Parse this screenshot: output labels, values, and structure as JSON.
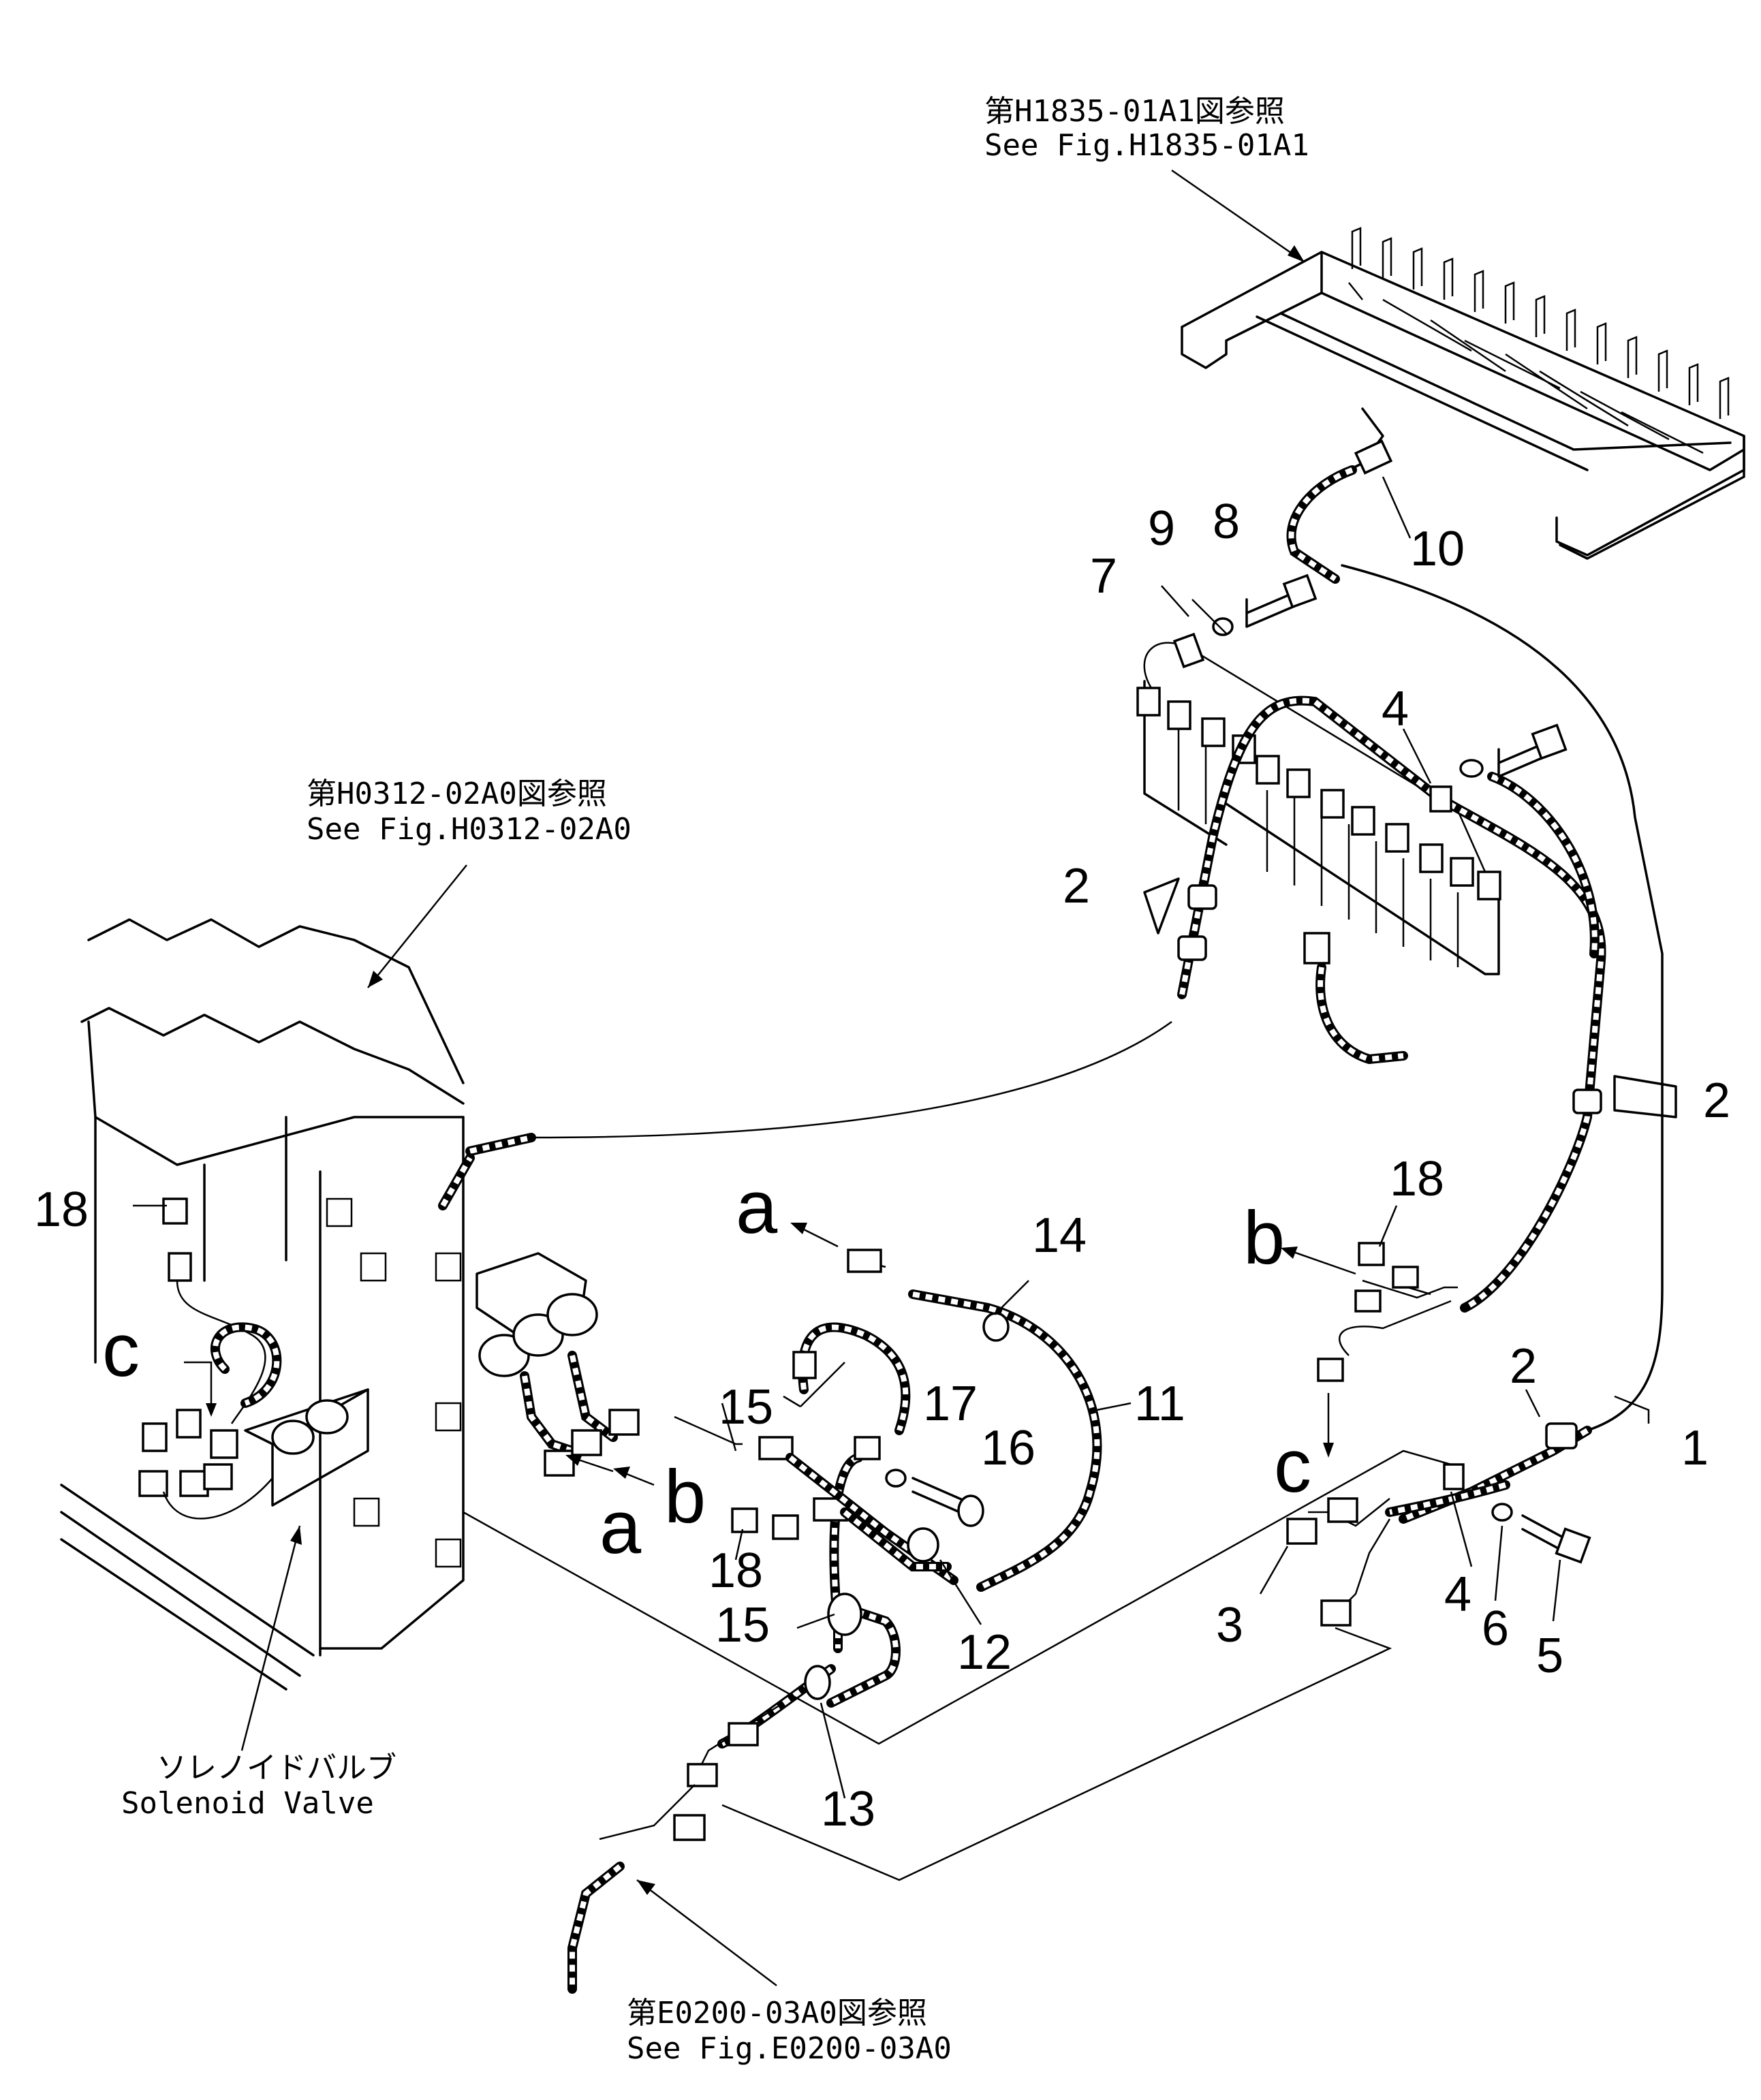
{
  "references": {
    "top": {
      "jp": "第H1835-01A1図参照",
      "en": "See Fig.H1835-01A1"
    },
    "left": {
      "jp": "第H0312-02A0図参照",
      "en": "See Fig.H0312-02A0"
    },
    "bottom": {
      "jp": "第E0200-03A0図参照",
      "en": "See Fig.E0200-03A0"
    }
  },
  "solenoid_label": {
    "jp": "ソレノイドバルブ",
    "en": "Solenoid Valve"
  },
  "part_numbers": {
    "n1": "1",
    "n2a": "2",
    "n2b": "2",
    "n2c": "2",
    "n3": "3",
    "n4a": "4",
    "n4b": "4",
    "n5": "5",
    "n6": "6",
    "n7": "7",
    "n8": "8",
    "n9": "9",
    "n10": "10",
    "n11": "11",
    "n12": "12",
    "n13": "13",
    "n14": "14",
    "n15a": "15",
    "n15b": "15",
    "n16": "16",
    "n17": "17",
    "n18a": "18",
    "n18b": "18",
    "n18c": "18"
  },
  "connection_letters": {
    "a1": "a",
    "a2": "a",
    "b1": "b",
    "b2": "b",
    "c1": "c",
    "c2": "c"
  }
}
